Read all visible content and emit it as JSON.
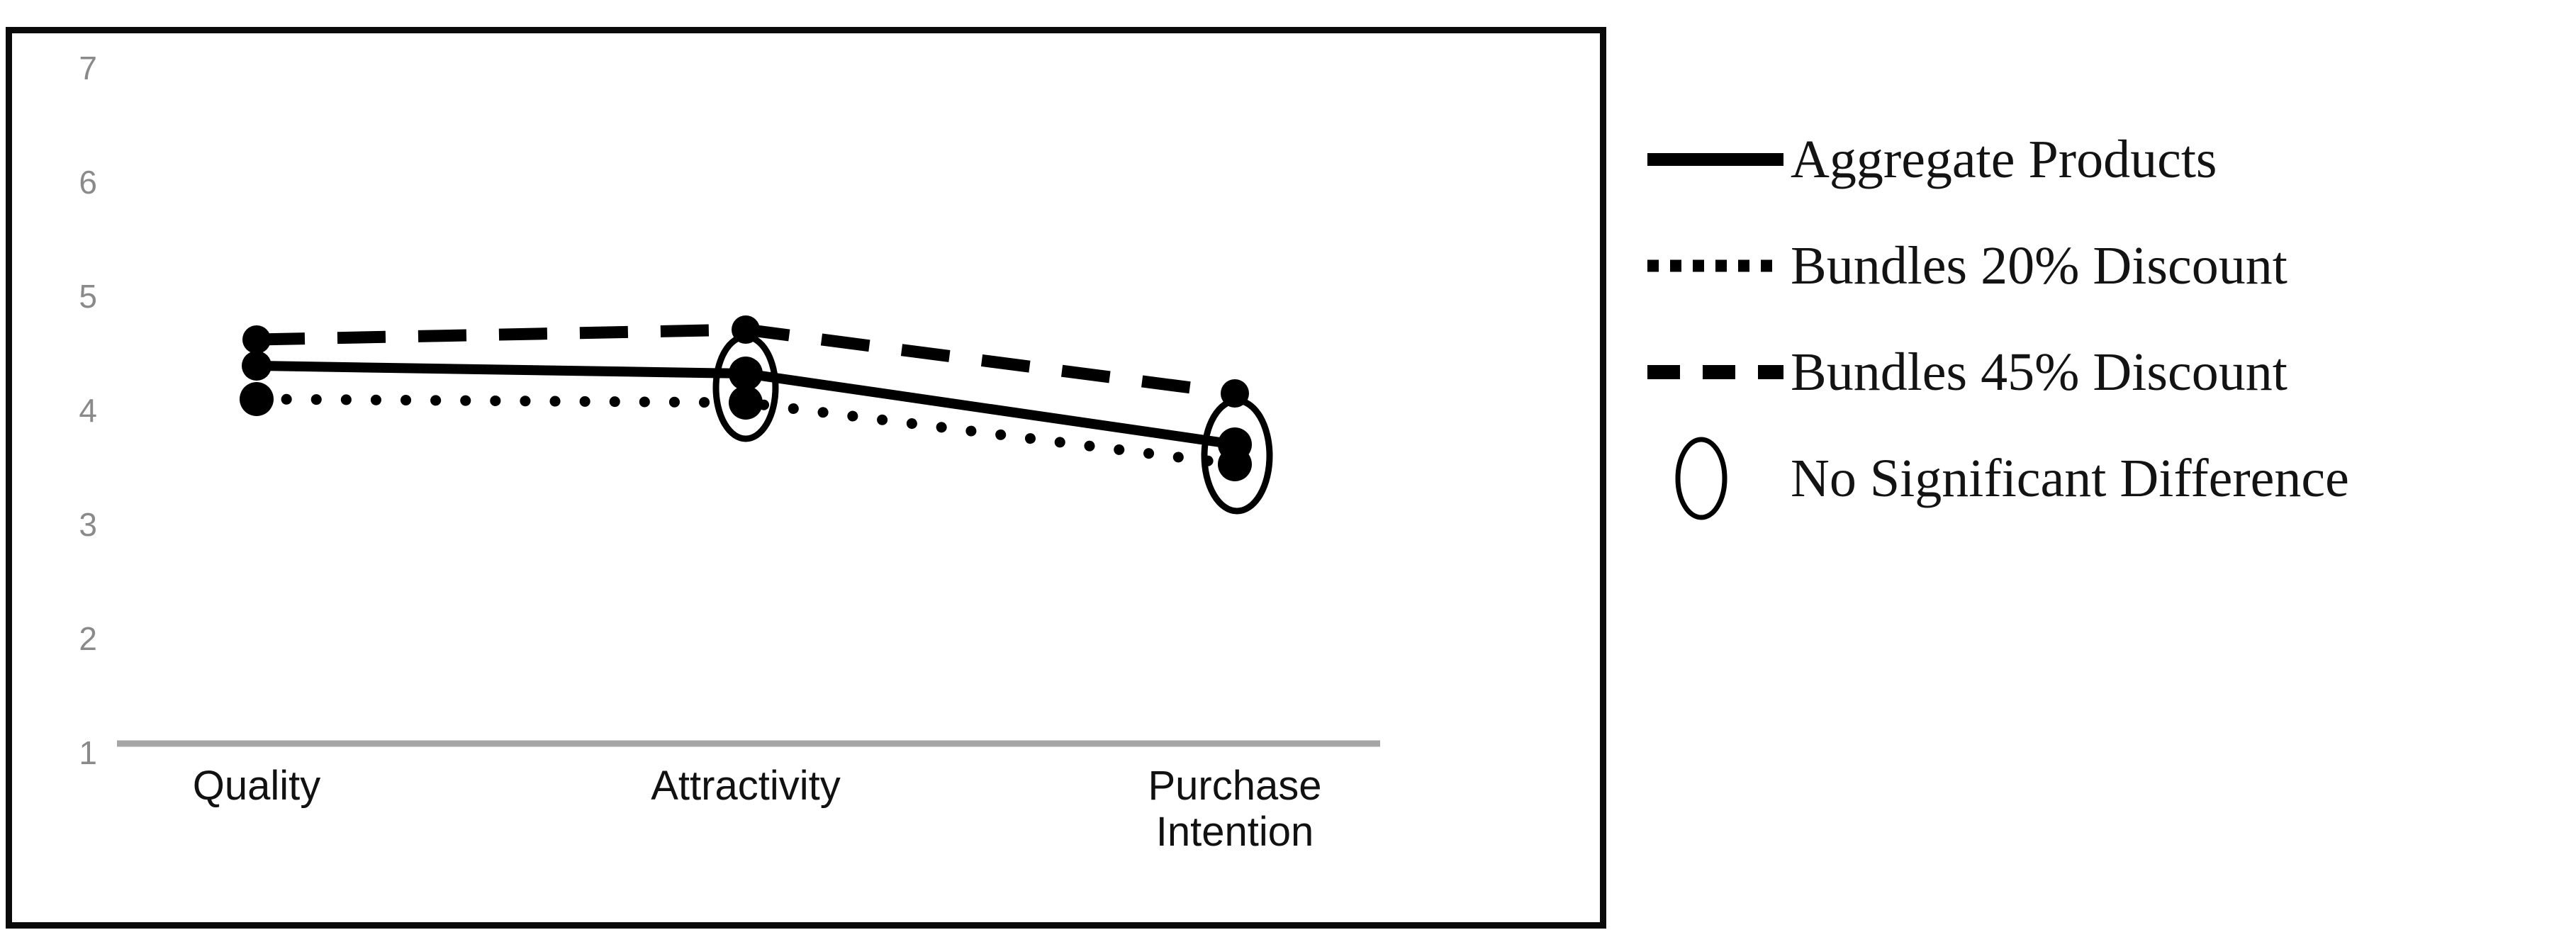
{
  "chart_data": {
    "type": "line",
    "title": "",
    "xlabel": "",
    "ylabel": "",
    "categories": [
      "Quality",
      "Attractivity",
      "Purchase\nIntention"
    ],
    "x": [
      0,
      1,
      2
    ],
    "series": [
      {
        "name": "Aggregate Products",
        "style": "solid",
        "values": [
          4.54,
          4.47,
          3.85
        ]
      },
      {
        "name": "Bundles 20% Discount",
        "style": "dotted",
        "values": [
          4.25,
          4.22,
          3.68
        ]
      },
      {
        "name": "Bundles 45% Discount",
        "style": "dashed",
        "values": [
          4.77,
          4.86,
          4.3
        ]
      }
    ],
    "ylim": [
      1,
      7
    ],
    "yticks": [
      7,
      6,
      5,
      4,
      3,
      2,
      1
    ],
    "ytick_labels": [
      "7",
      "6",
      "5",
      "4",
      "3",
      "2",
      "1"
    ],
    "grid": false,
    "legend_position": "right",
    "annotations": [
      {
        "type": "ellipse",
        "label": "No Significant Difference",
        "at_category": "Attractivity",
        "covers": [
          "Aggregate Products",
          "Bundles 20% Discount"
        ]
      },
      {
        "type": "ellipse",
        "label": "No Significant Difference",
        "at_category": "Purchase Intention",
        "covers": [
          "Aggregate Products",
          "Bundles 20% Discount"
        ]
      }
    ],
    "colors": {
      "line": "#000000",
      "marker": "#000000",
      "axis": "#a6a6a6",
      "ytick_label": "#8a8a8a",
      "xtick_label": "#111111",
      "border": "#0a0a0a",
      "background": "#ffffff"
    }
  },
  "axis": {
    "ytick_labels": [
      "7",
      "6",
      "5",
      "4",
      "3",
      "2",
      "1"
    ],
    "xtick_labels": [
      "Quality",
      "Attractivity",
      "Purchase\nIntention"
    ]
  },
  "legend": {
    "items": [
      {
        "label": "Aggregate Products",
        "key": "solid-line-key"
      },
      {
        "label": "Bundles 20% Discount",
        "key": "dotted-line-key"
      },
      {
        "label": "Bundles 45% Discount",
        "key": "dashed-line-key"
      },
      {
        "label": "No Significant Difference",
        "key": "ellipse-key"
      }
    ]
  }
}
